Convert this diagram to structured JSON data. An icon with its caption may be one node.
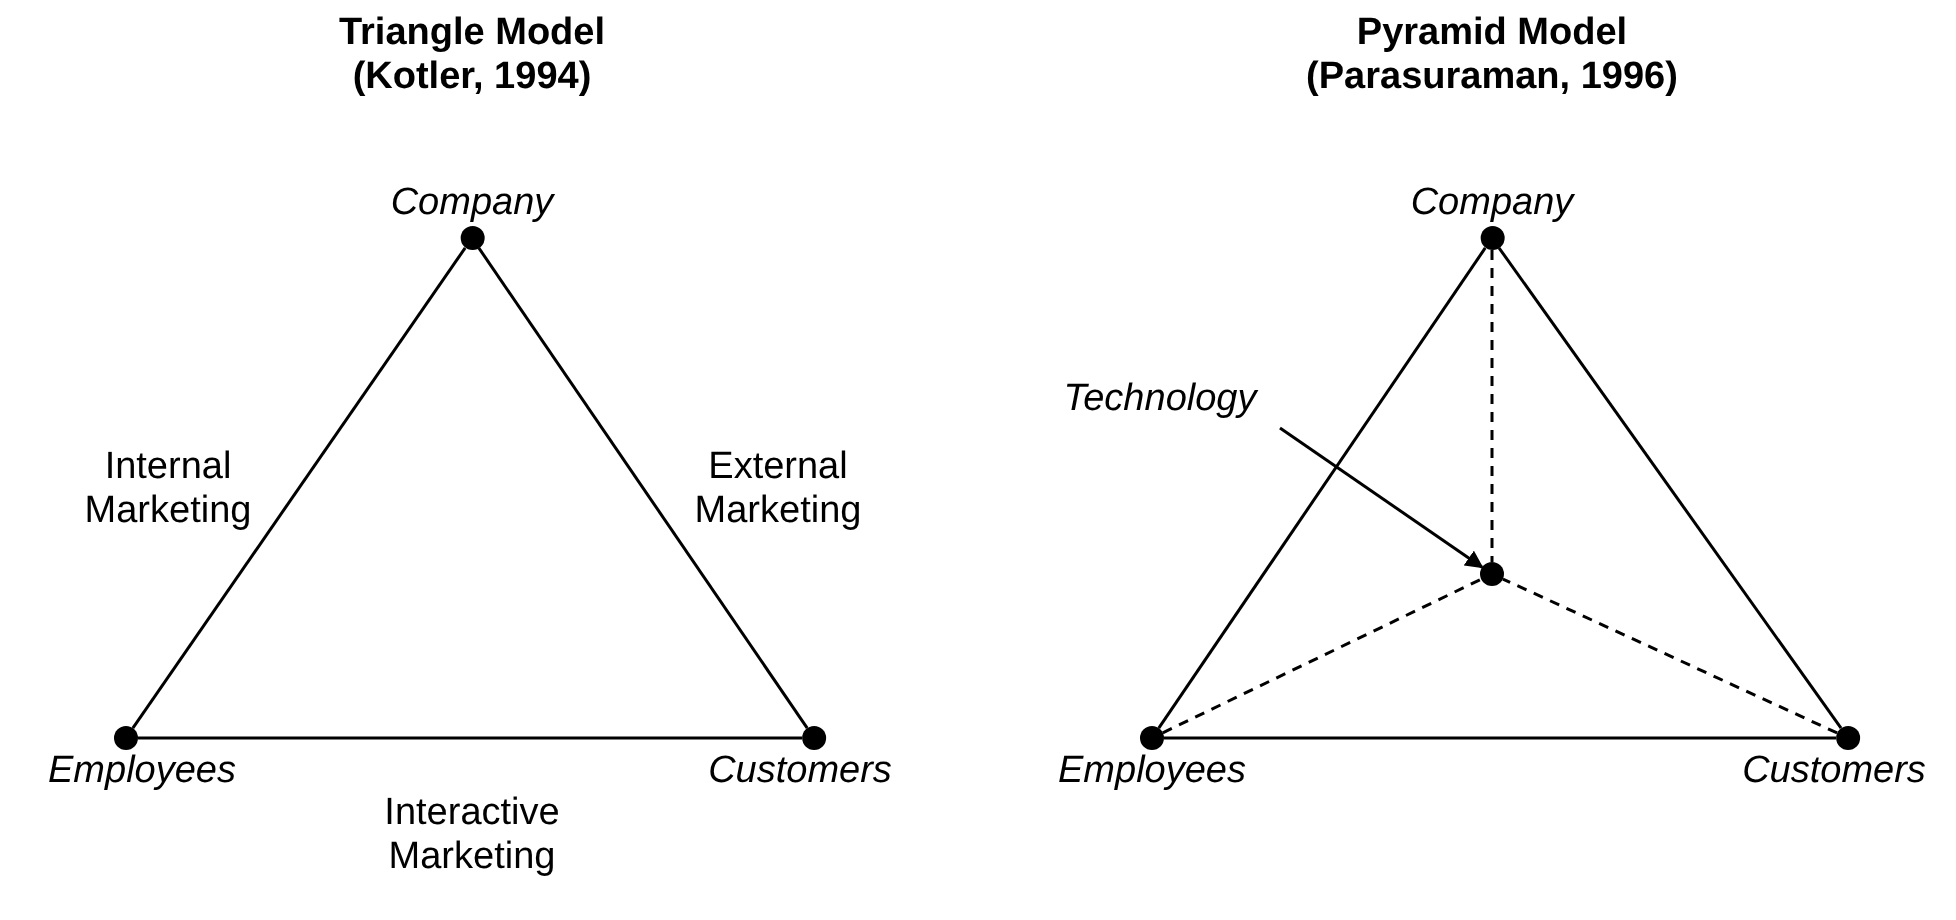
{
  "diagram": {
    "nodes": [
      {
        "text": [
          "Company"
        ]
      },
      {
        "text": [
          "Employees"
        ]
      },
      {
        "text": [
          "Customers"
        ]
      },
      {
        "text": [
          "Company"
        ]
      },
      {
        "text": [
          "Employees"
        ]
      },
      {
        "text": [
          "Customers"
        ]
      },
      {
        "text": [
          "Technology"
        ]
      },
      {
        "text": [],
        "shape": "circle"
      }
    ],
    "edges": [
      {
        "from": 0,
        "to": 1,
        "arrow": "none",
        "label": "Internal Marketing"
      },
      {
        "from": 0,
        "to": 2,
        "arrow": "none",
        "label": "External Marketing"
      },
      {
        "from": 1,
        "to": 2,
        "arrow": "none",
        "label": "Interactive Marketing"
      },
      {
        "from": 3,
        "to": 4,
        "arrow": "none"
      },
      {
        "from": 3,
        "to": 5,
        "arrow": "none"
      },
      {
        "from": 4,
        "to": 5,
        "arrow": "none"
      },
      {
        "from": 3,
        "to": 7,
        "arrow": "none",
        "style": "dashed"
      },
      {
        "from": 4,
        "to": 7,
        "arrow": "none",
        "style": "dashed"
      },
      {
        "from": 5,
        "to": 7,
        "arrow": "none",
        "style": "dashed"
      },
      {
        "from": 6,
        "to": 7,
        "arrow": "to"
      }
    ],
    "labels": [
      "Triangle Model (Kotler, 1994)",
      "Pyramid Model (Parasuraman, 1996)"
    ]
  }
}
